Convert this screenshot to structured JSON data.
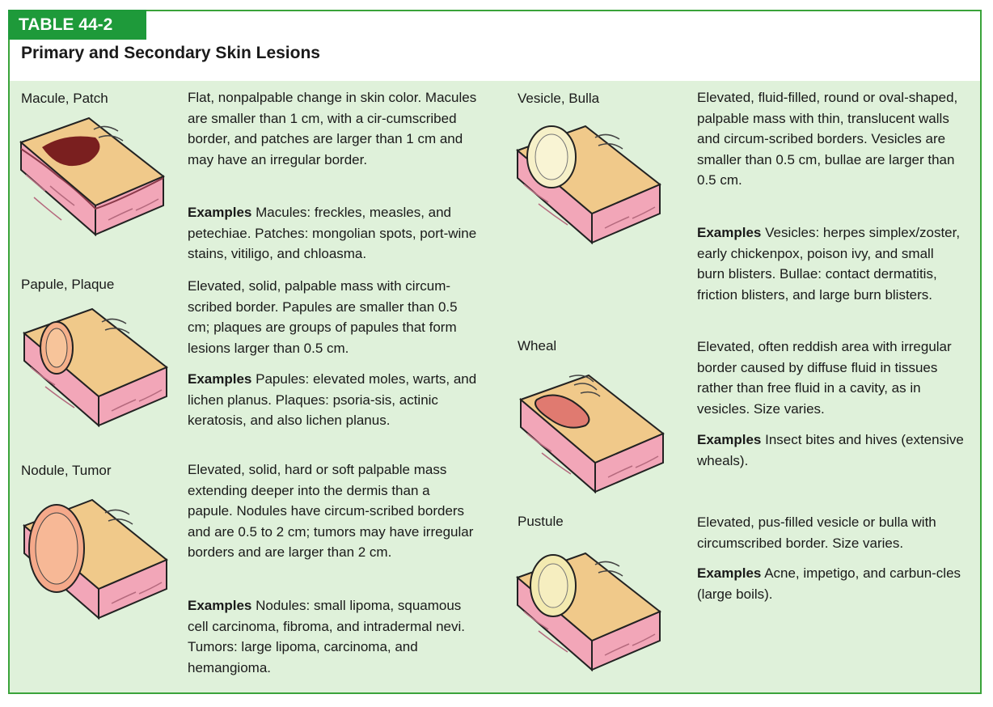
{
  "table_tag": "TABLE 44-2",
  "title": "Primary and Secondary Skin Lesions",
  "examples_label": "Examples",
  "colors": {
    "tag_green": "#1e9a3a",
    "border_green": "#3aa33a",
    "panel": "#dff1da",
    "skin_top": "#f0c98a",
    "dermis": "#f2a6b8"
  },
  "lesions": [
    {
      "name": "Macule, Patch",
      "icon": "macule-patch-icon",
      "description": "Flat, nonpalpable change in skin color. Macules are smaller than 1 cm, with a cir-cumscribed border, and patches are larger than 1 cm and may have an irregular border.",
      "examples": "Macules: freckles, measles, and petechiae. Patches: mongolian spots, port-wine stains, vitiligo, and chloasma."
    },
    {
      "name": "Papule, Plaque",
      "icon": "papule-plaque-icon",
      "description": "Elevated, solid, palpable mass with circum-scribed border. Papules are smaller than 0.5 cm; plaques are groups of papules that form lesions larger than 0.5 cm.",
      "examples": "Papules: elevated moles, warts, and lichen planus. Plaques: psoria-sis, actinic keratosis, and also lichen planus."
    },
    {
      "name": "Nodule, Tumor",
      "icon": "nodule-tumor-icon",
      "description": "Elevated, solid, hard or soft palpable mass extending deeper into the dermis than a papule. Nodules have circum-scribed borders and are 0.5 to 2 cm; tumors may have irregular borders and are larger than 2 cm.",
      "examples": "Nodules: small lipoma, squamous cell carcinoma, fibroma, and intradermal nevi. Tumors: large lipoma, carcinoma, and hemangioma."
    },
    {
      "name": "Vesicle, Bulla",
      "icon": "vesicle-bulla-icon",
      "description": "Elevated, fluid-filled, round or oval-shaped, palpable mass with thin, translucent walls and circum-scribed borders. Vesicles are smaller than 0.5 cm, bullae are larger than 0.5 cm.",
      "examples": "Vesicles: herpes simplex/zoster, early chickenpox, poison ivy, and small burn blisters. Bullae: contact dermatitis, friction blisters, and large burn blisters."
    },
    {
      "name": "Wheal",
      "icon": "wheal-icon",
      "description": "Elevated, often reddish area with irregular border caused by diffuse fluid in tissues rather than free fluid in a cavity, as in vesicles. Size varies.",
      "examples": "Insect bites and hives (extensive wheals)."
    },
    {
      "name": "Pustule",
      "icon": "pustule-icon",
      "description": "Elevated, pus-filled vesicle or bulla with circumscribed border. Size varies.",
      "examples": "Acne, impetigo, and carbun-cles (large boils)."
    }
  ]
}
